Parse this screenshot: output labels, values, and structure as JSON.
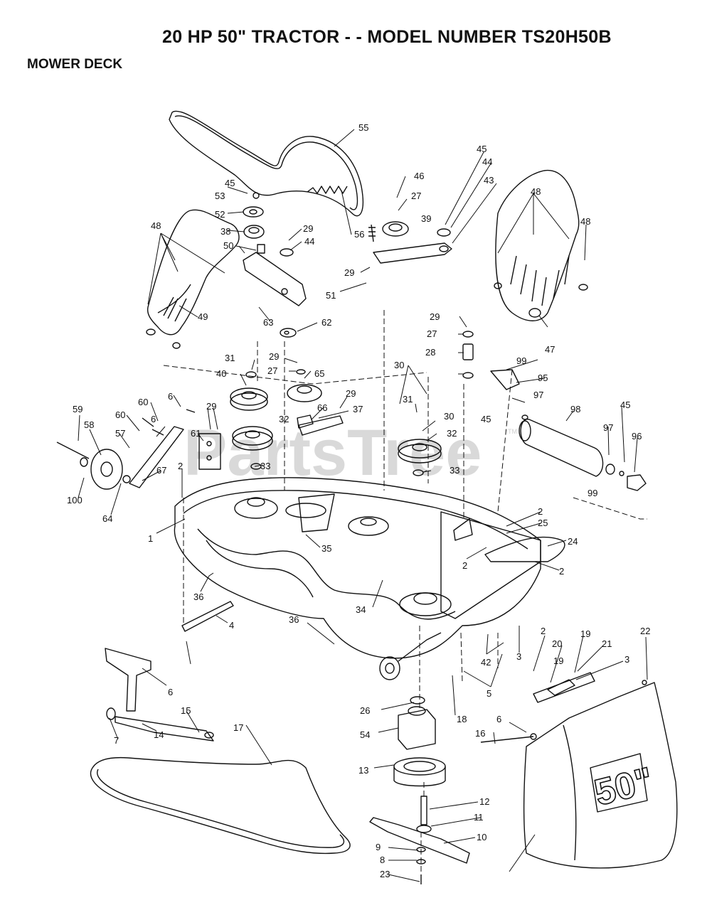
{
  "header": {
    "title": "20 HP 50\" TRACTOR - - MODEL NUMBER TS20H50B",
    "section": "MOWER DECK"
  },
  "watermark": {
    "text": "PartsTree",
    "trademark": "TM"
  },
  "decal": {
    "text": "50\""
  },
  "callouts": [
    "55",
    "46",
    "45",
    "44",
    "43",
    "45",
    "53",
    "27",
    "39",
    "48",
    "48",
    "52",
    "29",
    "44",
    "56",
    "38",
    "50",
    "29",
    "48",
    "51",
    "49",
    "63",
    "62",
    "29",
    "47",
    "31",
    "29",
    "27",
    "65",
    "40",
    "27",
    "28",
    "30",
    "99",
    "6",
    "29",
    "95",
    "31",
    "30",
    "97",
    "98",
    "60",
    "29",
    "66",
    "37",
    "45",
    "59",
    "97",
    "45",
    "58",
    "60",
    "6",
    "32",
    "32",
    "96",
    "57",
    "61",
    "33",
    "33",
    "67",
    "2",
    "99",
    "100",
    "64",
    "1",
    "35",
    "2",
    "25",
    "24",
    "2",
    "2",
    "36",
    "34",
    "4",
    "36",
    "22",
    "3",
    "2",
    "19",
    "21",
    "20",
    "19",
    "3",
    "42",
    "5",
    "6",
    "15",
    "26",
    "18",
    "6",
    "7",
    "14",
    "54",
    "17",
    "16",
    "13",
    "12",
    "11",
    "10",
    "9",
    "8",
    "23"
  ],
  "colors": {
    "ink": "#111111",
    "watermark": "#d9d9d9",
    "paper": "#ffffff"
  }
}
